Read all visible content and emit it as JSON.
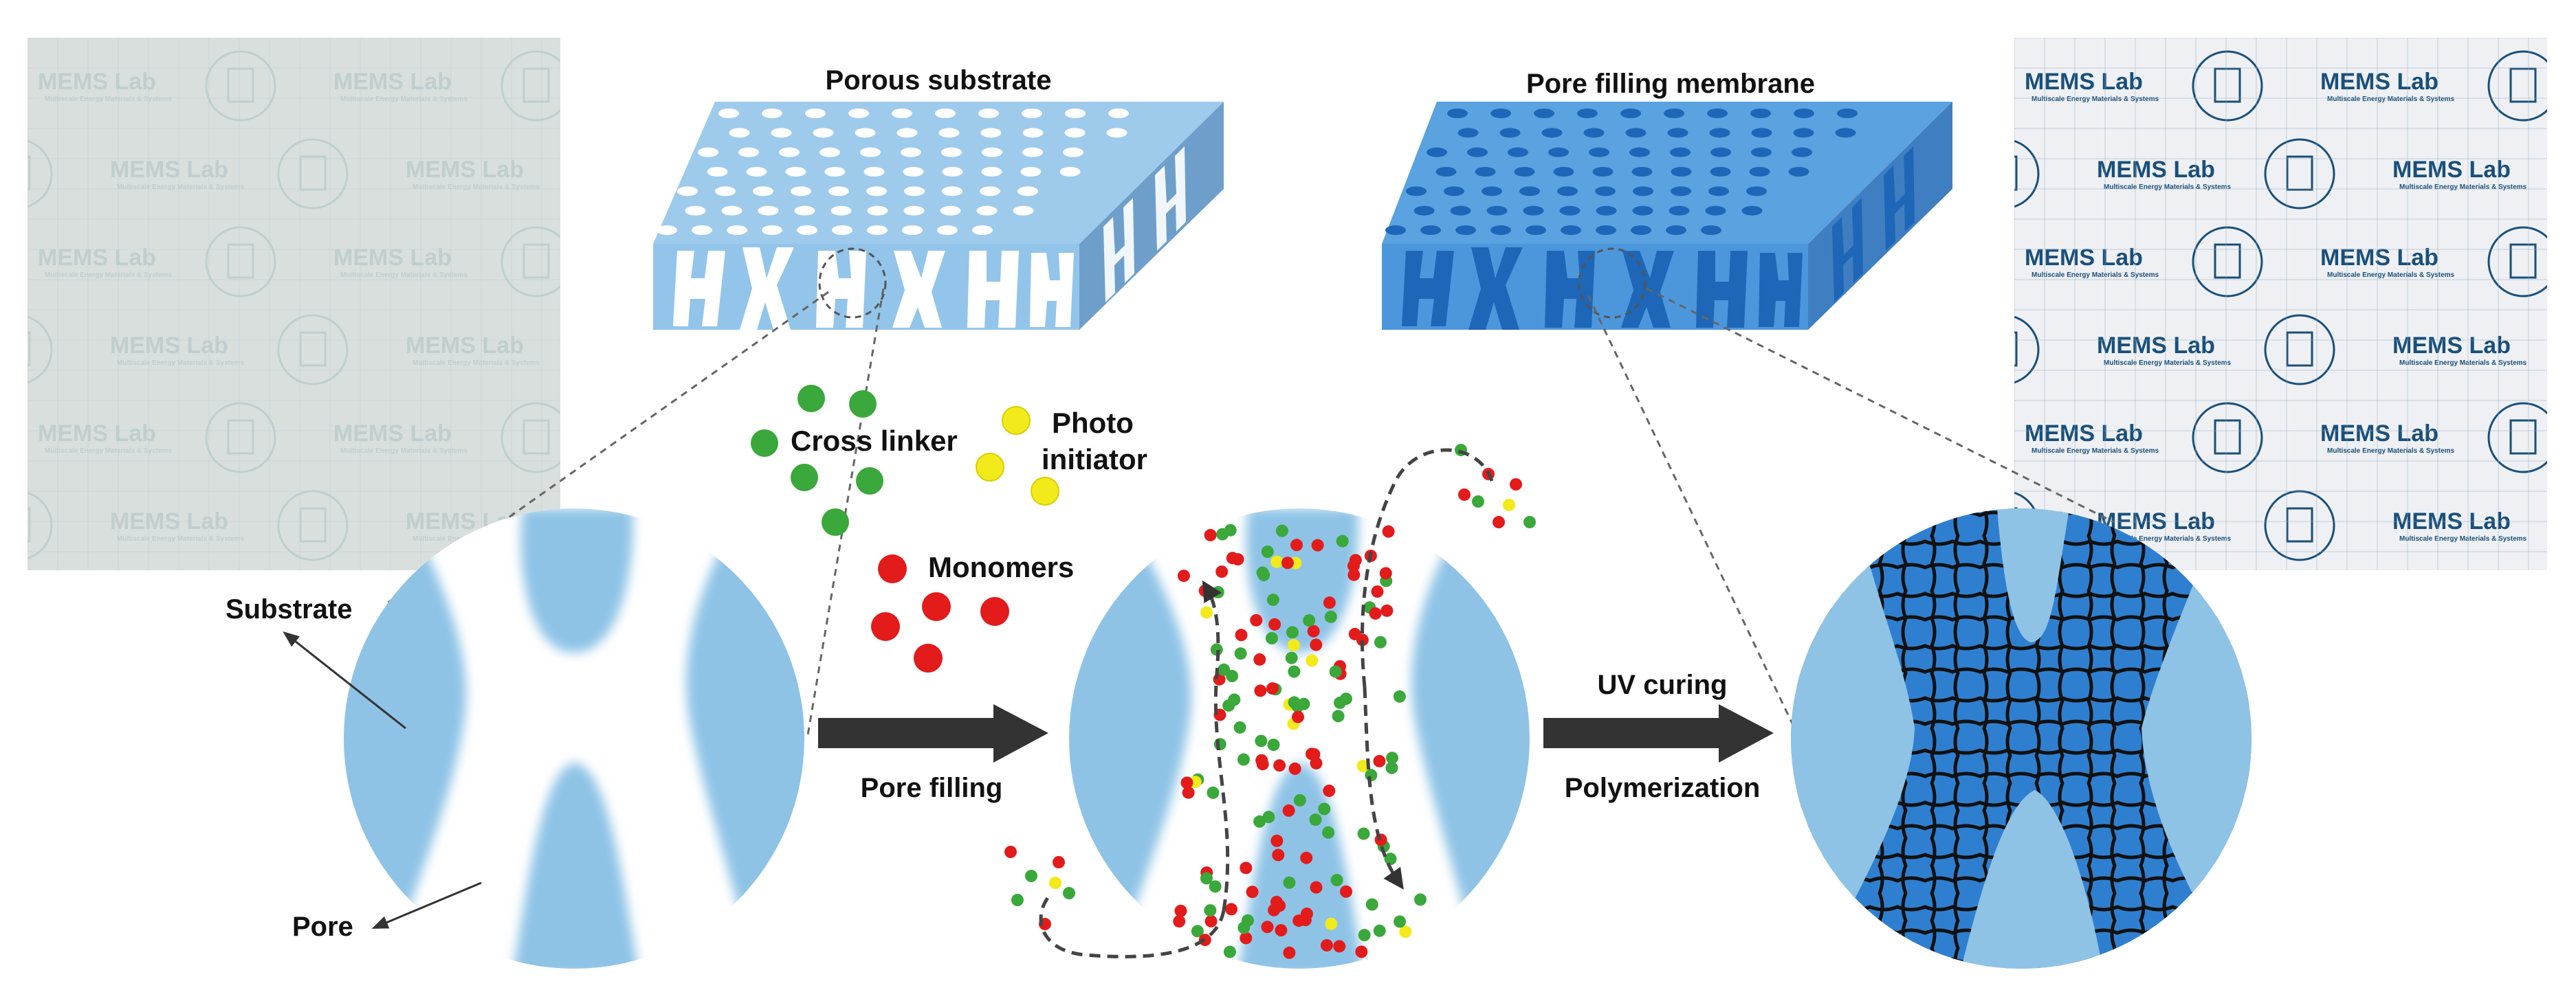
{
  "labels": {
    "porous_substrate": "Porous substrate",
    "pore_filling_membrane": "Pore filling membrane",
    "cross_linker": "Cross linker",
    "photo_initiator_line1": "Photo",
    "photo_initiator_line2": "initiator",
    "monomers": "Monomers",
    "substrate": "Substrate",
    "pore": "Pore",
    "pore_filling": "Pore filling",
    "uv_curing": "UV curing",
    "polymerization": "Polymerization"
  },
  "photos": {
    "watermark_logo": "MEMS Lab",
    "watermark_subtitle": "Multiscale Energy Materials & Systems"
  },
  "colors": {
    "substrate_blue": "#8ec3e6",
    "pore_white": "#ffffff",
    "membrane_blue": "#2f7fd0",
    "membrane_dark": "#1e66b8",
    "cross_linker": "#3aa83a",
    "photo_initiator": "#f2ea1a",
    "monomer": "#e31b1b",
    "arrow": "#333333",
    "network": "#111111"
  }
}
